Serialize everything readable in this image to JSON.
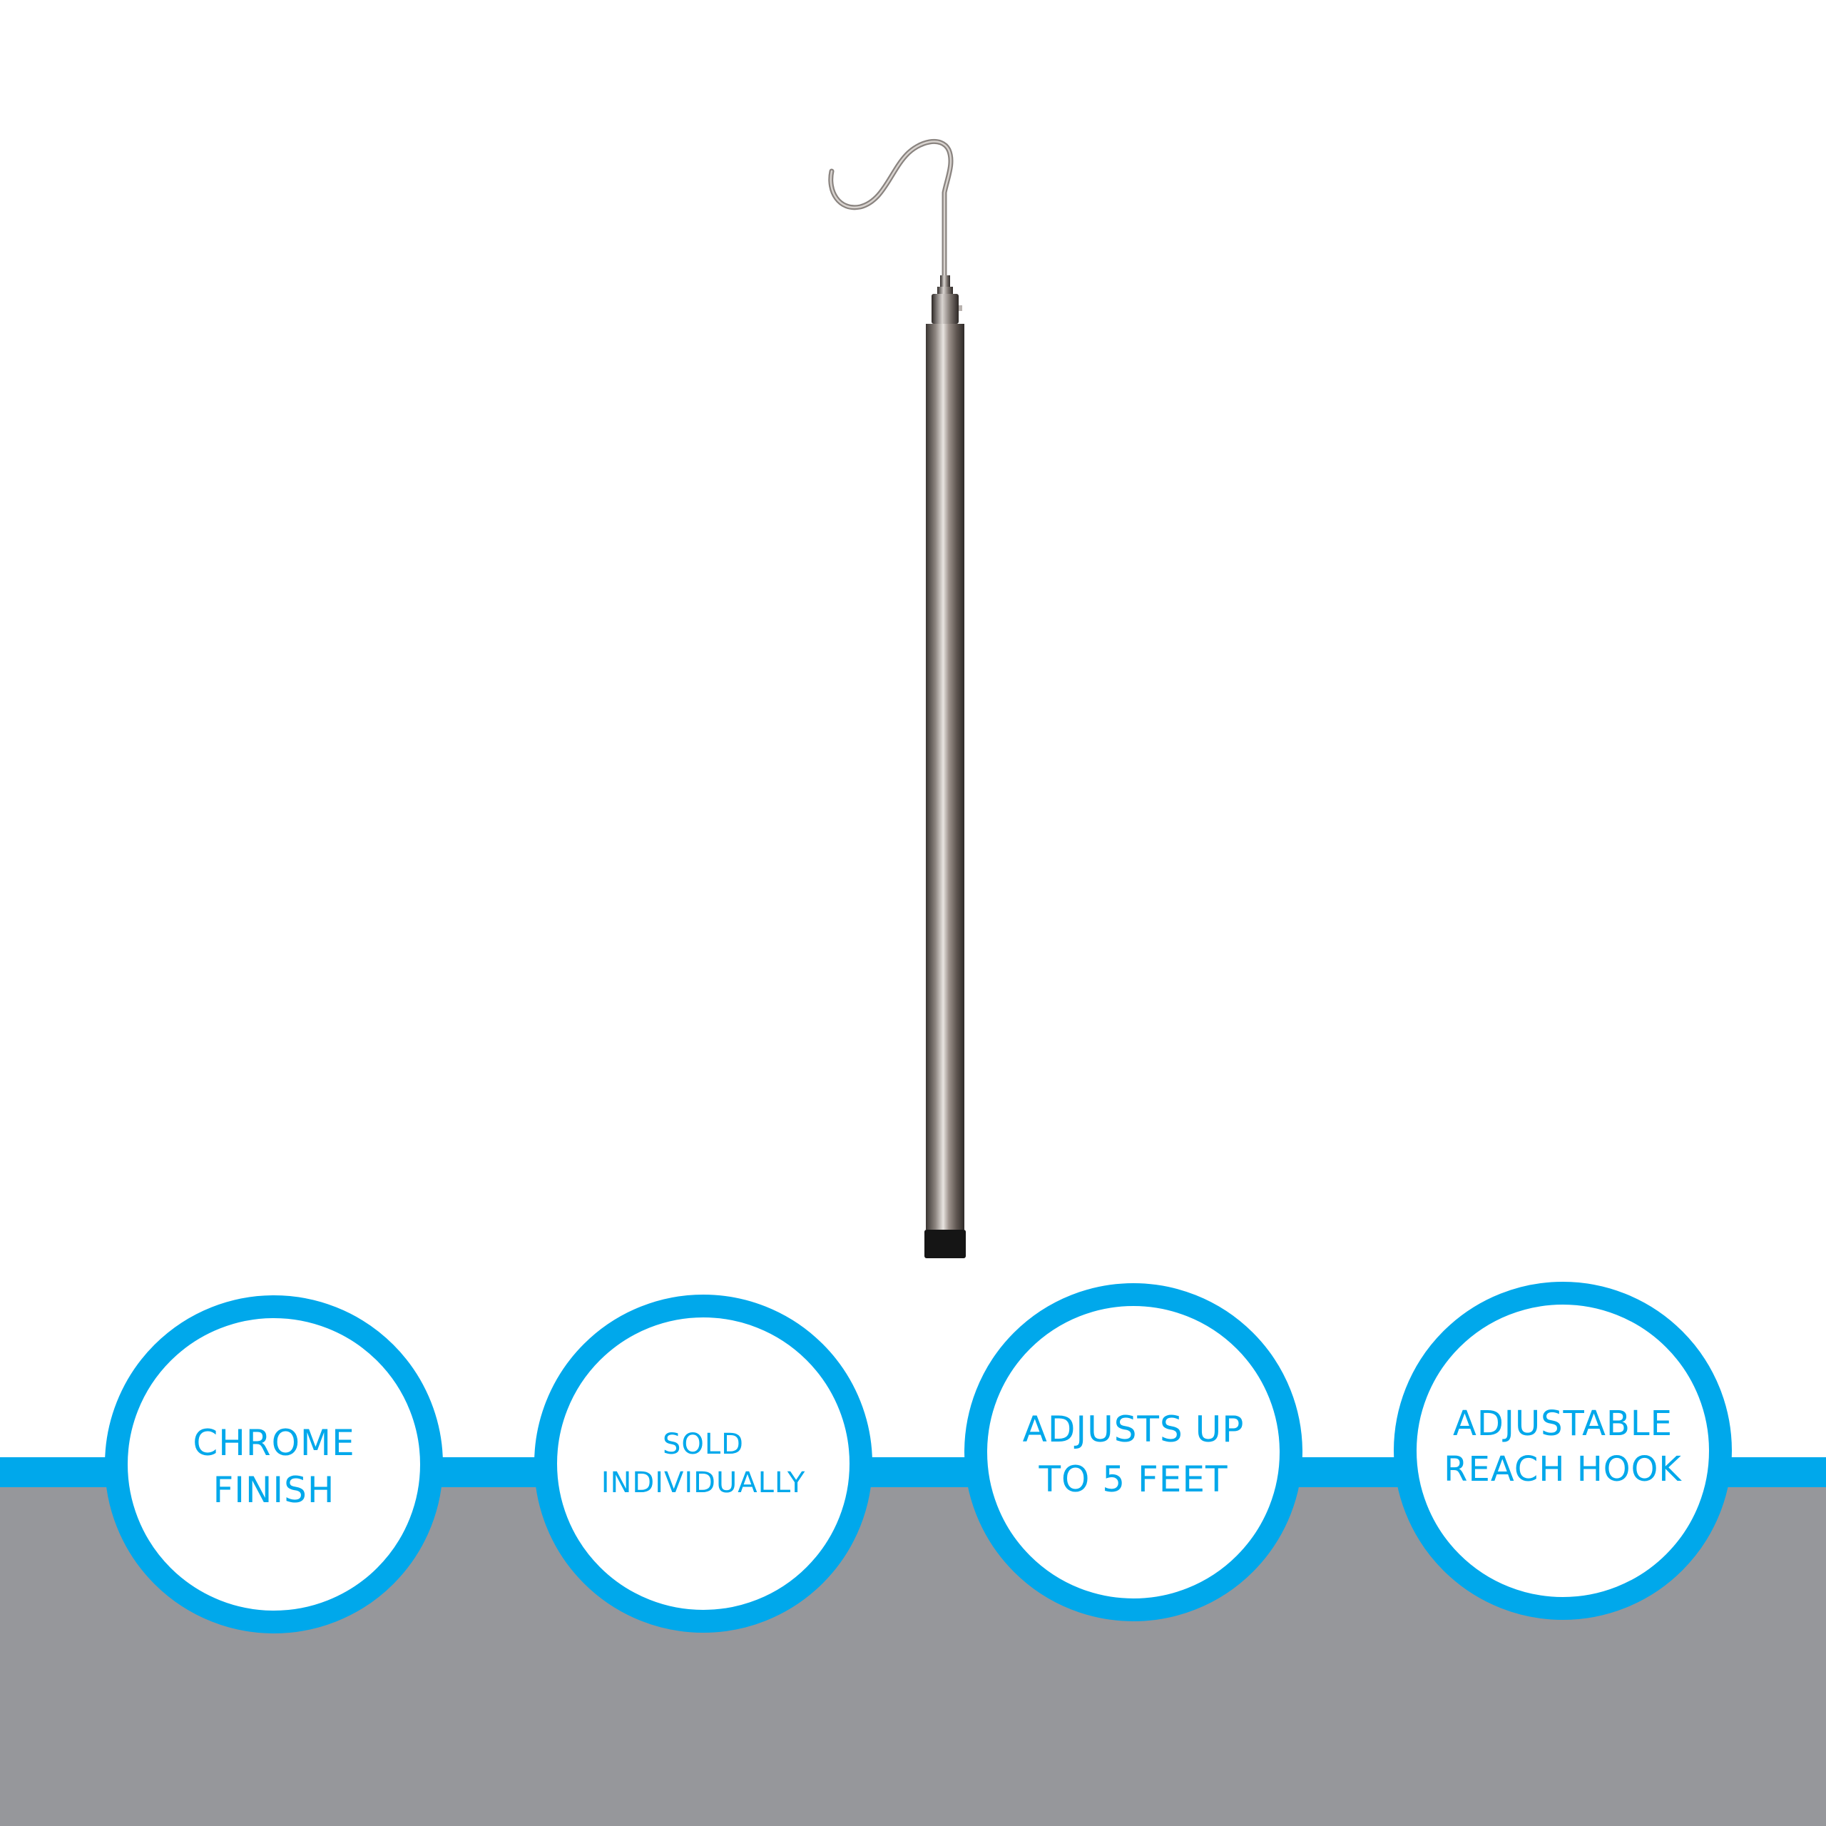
{
  "features": [
    {
      "label": "CHROME\nFINISH"
    },
    {
      "label": "SOLD\nINDIVIDUALLY"
    },
    {
      "label": "ADJUSTS UP\nTO 5 FEET"
    },
    {
      "label": "ADJUSTABLE\nREACH HOOK"
    }
  ],
  "colors": {
    "accent": "#00a8eb",
    "floor": "#96979b",
    "background": "#ffffff"
  },
  "product": {
    "icon": "reach-hook-pole-icon"
  }
}
